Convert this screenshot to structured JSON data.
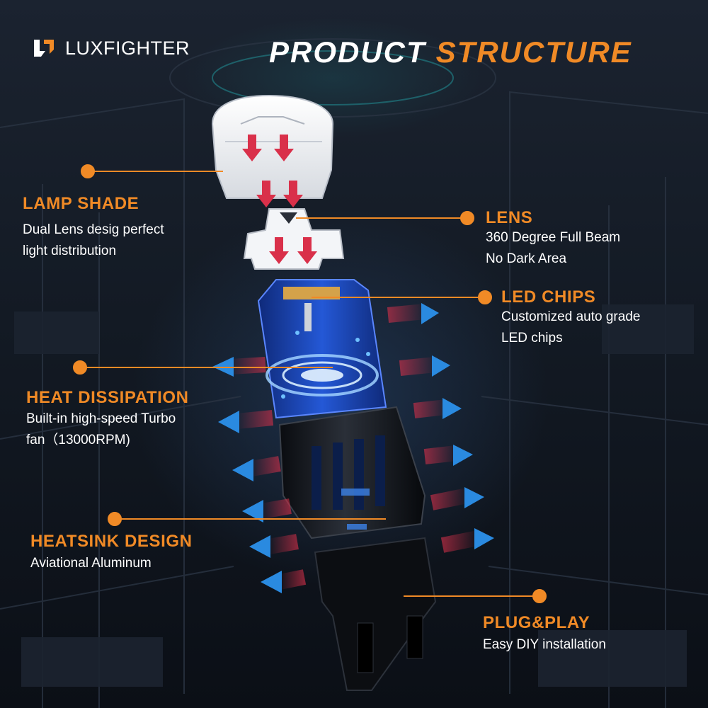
{
  "brand": {
    "name": "LUXFIGHTER"
  },
  "title": {
    "part1": "PRODUCT",
    "part2": "STRUCTURE"
  },
  "colors": {
    "accent": "#f08a26",
    "text": "#ffffff",
    "background": "#131a24",
    "airflow_hot": "#d9304a",
    "airflow_cool": "#2a8ae0"
  },
  "callouts": {
    "lamp_shade": {
      "heading": "LAMP SHADE",
      "lines": [
        "Dual Lens desig perfect",
        "light distribution"
      ]
    },
    "lens": {
      "heading": "LENS",
      "lines": [
        "360 Degree Full Beam",
        "No Dark Area"
      ]
    },
    "led_chips": {
      "heading": "LED CHIPS",
      "lines": [
        "Customized auto grade",
        "LED chips"
      ]
    },
    "heat_dissipation": {
      "heading": "HEAT DISSIPATION",
      "lines": [
        "Built-in high-speed Turbo",
        "fan（13000RPM)"
      ]
    },
    "heatsink_design": {
      "heading": "HEATSINK DESIGN",
      "lines": [
        "Aviational Aluminum"
      ]
    },
    "plug_play": {
      "heading": "PLUG&PLAY",
      "lines": [
        "Easy DIY installation"
      ]
    }
  }
}
